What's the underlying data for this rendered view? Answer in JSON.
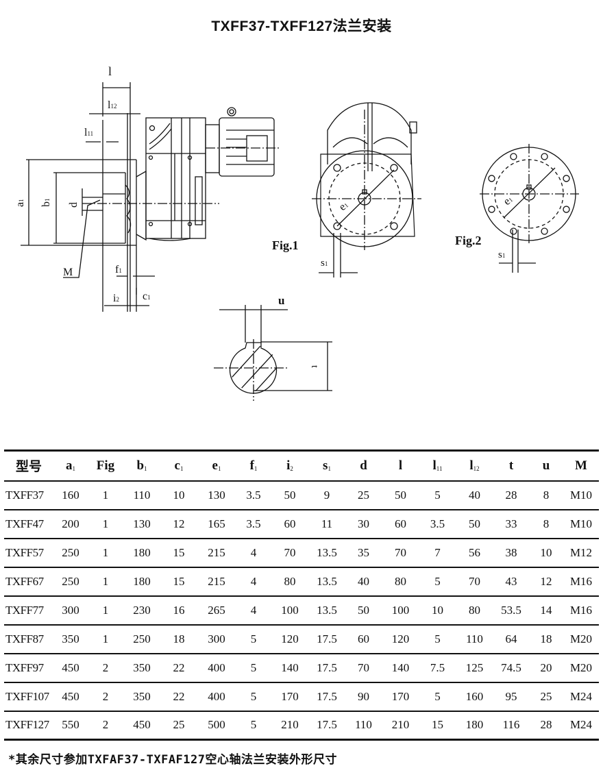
{
  "title": "TXFF37-TXFF127法兰安装",
  "drawing": {
    "labels": {
      "l": "l",
      "l12": "l",
      "l12_sub": "12",
      "l11": "l",
      "l11_sub": "11",
      "a1": "a",
      "a1_sub": "1",
      "b1": "b",
      "b1_sub": "1",
      "d": "d",
      "M": "M",
      "f1": "f",
      "f1_sub": "1",
      "i2": "i",
      "i2_sub": "2",
      "c1": "c",
      "c1_sub": "1",
      "fig1": "Fig.1",
      "fig2": "Fig.2",
      "e1": "e",
      "e1_sub": "1",
      "s1": "s",
      "s1_sub": "1",
      "u": "u",
      "t": "t"
    }
  },
  "table": {
    "headers": [
      {
        "base": "型号",
        "sub": ""
      },
      {
        "base": "a",
        "sub": "1"
      },
      {
        "base": "Fig",
        "sub": ""
      },
      {
        "base": "b",
        "sub": "1"
      },
      {
        "base": "c",
        "sub": "1"
      },
      {
        "base": "e",
        "sub": "1"
      },
      {
        "base": "f",
        "sub": "1"
      },
      {
        "base": "i",
        "sub": "2"
      },
      {
        "base": "s",
        "sub": "1"
      },
      {
        "base": "d",
        "sub": ""
      },
      {
        "base": "l",
        "sub": ""
      },
      {
        "base": "l",
        "sub": "11"
      },
      {
        "base": "l",
        "sub": "12"
      },
      {
        "base": "t",
        "sub": ""
      },
      {
        "base": "u",
        "sub": ""
      },
      {
        "base": "M",
        "sub": ""
      }
    ],
    "rows": [
      [
        "TXFF37",
        "160",
        "1",
        "110",
        "10",
        "130",
        "3.5",
        "50",
        "9",
        "25",
        "50",
        "5",
        "40",
        "28",
        "8",
        "M10"
      ],
      [
        "TXFF47",
        "200",
        "1",
        "130",
        "12",
        "165",
        "3.5",
        "60",
        "11",
        "30",
        "60",
        "3.5",
        "50",
        "33",
        "8",
        "M10"
      ],
      [
        "TXFF57",
        "250",
        "1",
        "180",
        "15",
        "215",
        "4",
        "70",
        "13.5",
        "35",
        "70",
        "7",
        "56",
        "38",
        "10",
        "M12"
      ],
      [
        "TXFF67",
        "250",
        "1",
        "180",
        "15",
        "215",
        "4",
        "80",
        "13.5",
        "40",
        "80",
        "5",
        "70",
        "43",
        "12",
        "M16"
      ],
      [
        "TXFF77",
        "300",
        "1",
        "230",
        "16",
        "265",
        "4",
        "100",
        "13.5",
        "50",
        "100",
        "10",
        "80",
        "53.5",
        "14",
        "M16"
      ],
      [
        "TXFF87",
        "350",
        "1",
        "250",
        "18",
        "300",
        "5",
        "120",
        "17.5",
        "60",
        "120",
        "5",
        "110",
        "64",
        "18",
        "M20"
      ],
      [
        "TXFF97",
        "450",
        "2",
        "350",
        "22",
        "400",
        "5",
        "140",
        "17.5",
        "70",
        "140",
        "7.5",
        "125",
        "74.5",
        "20",
        "M20"
      ],
      [
        "TXFF107",
        "450",
        "2",
        "350",
        "22",
        "400",
        "5",
        "170",
        "17.5",
        "90",
        "170",
        "5",
        "160",
        "95",
        "25",
        "M24"
      ],
      [
        "TXFF127",
        "550",
        "2",
        "450",
        "25",
        "500",
        "5",
        "210",
        "17.5",
        "110",
        "210",
        "15",
        "180",
        "116",
        "28",
        "M24"
      ]
    ]
  },
  "footnote": "*其余尺寸参加TXFAF37-TXFAF127空心轴法兰安装外形尺寸"
}
